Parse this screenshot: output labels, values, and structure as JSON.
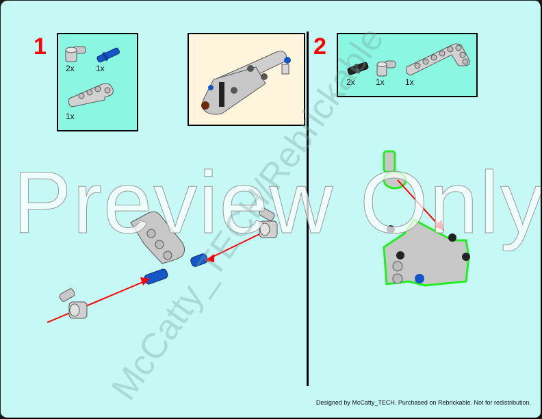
{
  "steps": [
    {
      "number": "1",
      "parts": [
        {
          "name": "pin-connector-perpendicular",
          "qty": "2x",
          "color": "#c8c8c8"
        },
        {
          "name": "axle-pin-blue",
          "qty": "1x",
          "color": "#1456c8"
        },
        {
          "name": "liftarm-l-shape",
          "qty": "1x",
          "color": "#c8c8c8"
        }
      ]
    },
    {
      "number": "2",
      "parts": [
        {
          "name": "black-pin",
          "qty": "2x",
          "color": "#222222"
        },
        {
          "name": "pin-connector-perpendicular",
          "qty": "1x",
          "color": "#c8c8c8"
        },
        {
          "name": "liftarm-bent",
          "qty": "1x",
          "color": "#c8c8c8"
        }
      ]
    }
  ],
  "watermark": {
    "preview": "Preview Only",
    "diagonal": "McCatty_TECH/Rebrickable"
  },
  "footer": "Designed by McCatty_TECH. Purchased on Rebrickable. Not for redistribution.",
  "colors": {
    "page_bg": "#c6f8f6",
    "parts_bg": "#8bf6e1",
    "callout_bg": "#fff5dc",
    "step_number": "#ff0000",
    "arrow": "#ff0000",
    "highlight": "#22ee22"
  }
}
